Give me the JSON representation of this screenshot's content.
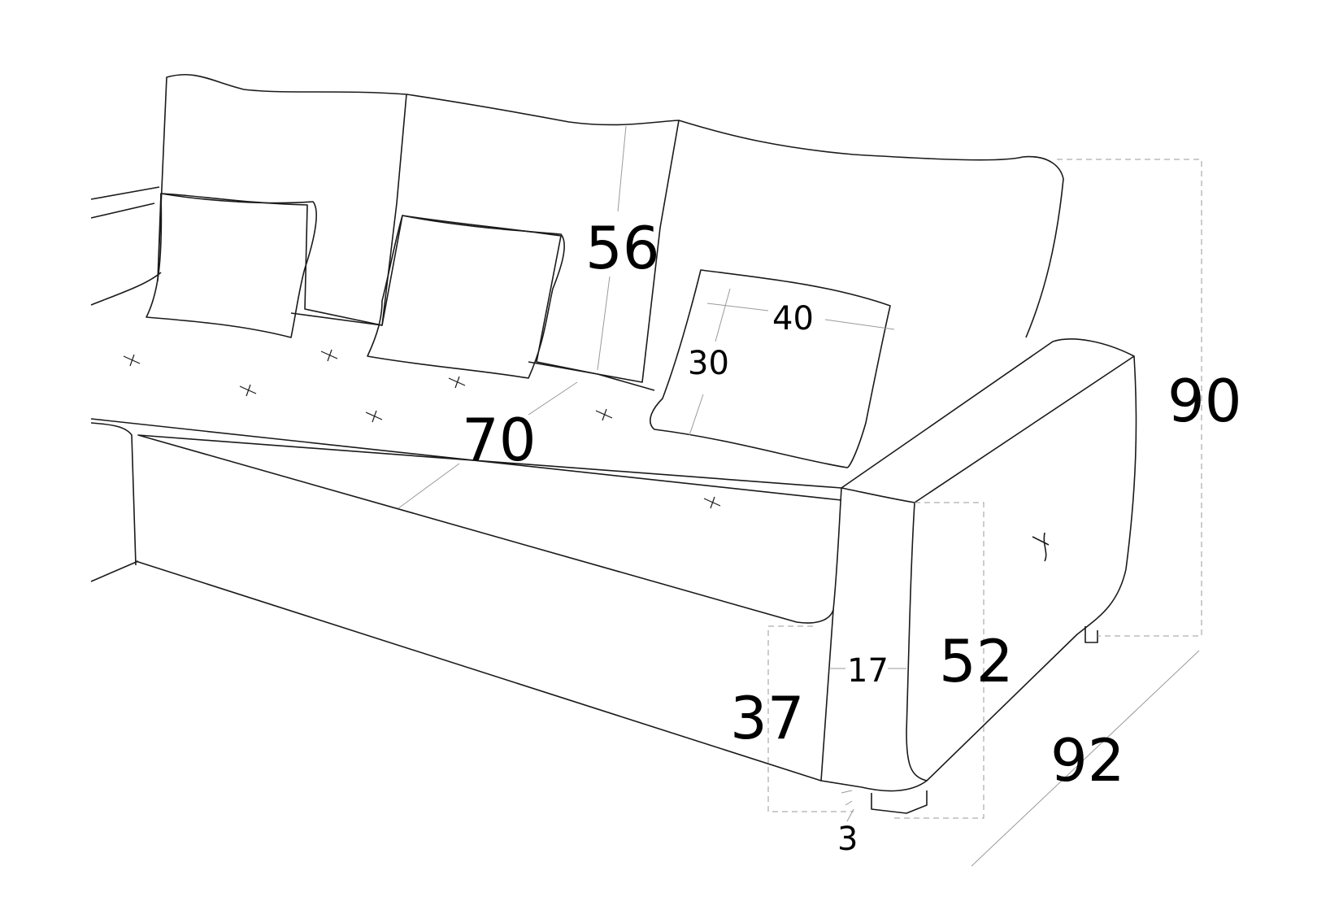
{
  "dimensions": {
    "backrest_height": "56",
    "seat_depth": "70",
    "pillow_width": "40",
    "pillow_height": "30",
    "total_height": "90",
    "arm_height": "52",
    "arm_width": "17",
    "seat_height": "37",
    "total_depth": "92",
    "leg_height": "3"
  },
  "colors": {
    "outline": "#1a1a1a",
    "guide": "#9a9a9a",
    "text": "#000000"
  }
}
